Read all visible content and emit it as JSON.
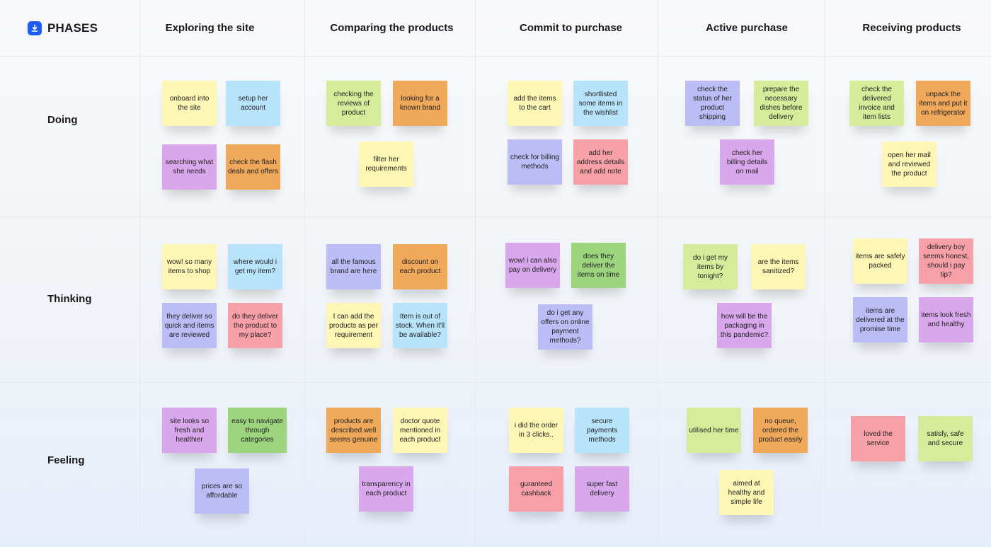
{
  "header": {
    "phases_label": "PHASES"
  },
  "columns": [
    "Exploring the site",
    "Comparing the products",
    "Commit to purchase",
    "Active purchase",
    "Receiving products"
  ],
  "rows": [
    "Doing",
    "Thinking",
    "Feeling"
  ],
  "notes": {
    "doing": [
      "onboard into the site",
      "setup her account",
      "searching what she needs",
      "check the flash deals and offers",
      "checking the reviews of product",
      "looking for a known brand",
      "filter her requirements",
      "add the items to the cart",
      "shortlisted some items in the wishlist",
      "check for billing methods",
      "add her address details and add note",
      "check the status of her product shipping",
      "prepare the necessary dishes before delivery",
      "check her billing details on mail",
      "check the delivered invoice and item lists",
      "unpack the items and put it on refrigerator",
      "open her mail and reviewed the product"
    ],
    "thinking": [
      "wow! so many items to shop",
      "where would i get my item?",
      "they deliver so quick and items are reviewed",
      "do they deliver the product to my place?",
      "all the famous brand are here",
      "discount on each product",
      "I can add the products as per requirement",
      "Item is out of stock. When it'll be available?",
      "wow! i can also pay on delivery",
      "does they deliver the items on time",
      "do i get any offers on online payment methods?",
      "do i get my items by tonight?",
      "are the items sanitized?",
      "how will be the packaging in this pandemic?",
      "items are safely packed",
      "delivery boy seems honest, should i pay tip?",
      "items are delivered at the promise time",
      "items look fresh and healthy"
    ],
    "feeling": [
      "site looks so fresh and healthier",
      "easy to navigate through categories",
      "prices are so affordable",
      "products are described well seems genuine",
      "doctor quote mentioned in each product",
      "transparency in each product",
      "i did the order in 3 clicks..",
      "secure payments methods",
      "guranteed cashback",
      "super fast delivery",
      "utilised her time",
      "no queue, ordered the product easily",
      "aimed at healthy and simple life",
      "loved the service",
      "satisfy, safe and secure"
    ]
  },
  "colors": {
    "accent": "#1f5bf5",
    "yellow": "#fdf6b4",
    "blue": "#b8e4fb",
    "purple": "#d9a7ec",
    "orange": "#f0a85a",
    "green": "#d6ec9a",
    "lavender": "#bcbcf6",
    "pink": "#f8a0a8",
    "leaf_green": "#9dd47e"
  }
}
